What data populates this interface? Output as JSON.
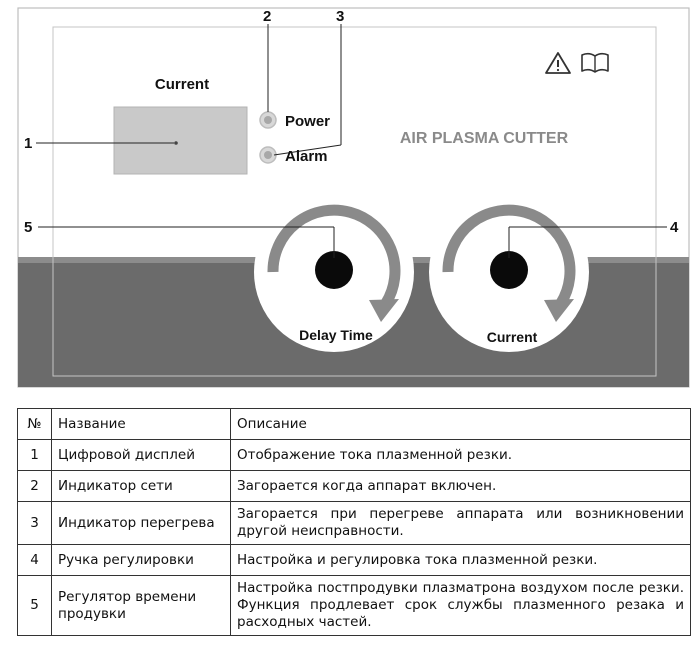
{
  "panel": {
    "display_label": "Current",
    "power_label": "Power",
    "alarm_label": "Alarm",
    "brand_text": "AIR PLASMA CUTTER",
    "delay_knob_label": "Delay Time",
    "current_knob_label": "Current",
    "warning_icon": "warning-triangle-icon",
    "manual_icon": "open-book-icon",
    "colors": {
      "panel_dark": "#6b6b6b",
      "display_gray": "#c9c9c9",
      "arrow_gray": "#8a8a8a",
      "led_gray": "#cfcfcf"
    }
  },
  "callouts": {
    "c1": "1",
    "c2": "2",
    "c3": "3",
    "c4": "4",
    "c5": "5"
  },
  "table": {
    "headers": {
      "num": "№",
      "name": "Название",
      "desc": "Описание"
    },
    "rows": [
      {
        "num": "1",
        "name": "Цифровой дисплей",
        "desc": "Отображение тока плазменной резки."
      },
      {
        "num": "2",
        "name": "Индикатор сети",
        "desc": "Загорается когда аппарат включен."
      },
      {
        "num": "3",
        "name": "Индикатор перегрева",
        "desc": "Загорается при перегреве аппарата или возникновении другой неисправности."
      },
      {
        "num": "4",
        "name": "Ручка регулировки",
        "desc": "Настройка и регулировка тока плазменной резки."
      },
      {
        "num": "5",
        "name": "Регулятор времени продувки",
        "desc": "Настройка постпродувки плазматрона воздухом после резки. Функция продлевает срок службы плазменного резака и расходных частей."
      }
    ]
  }
}
